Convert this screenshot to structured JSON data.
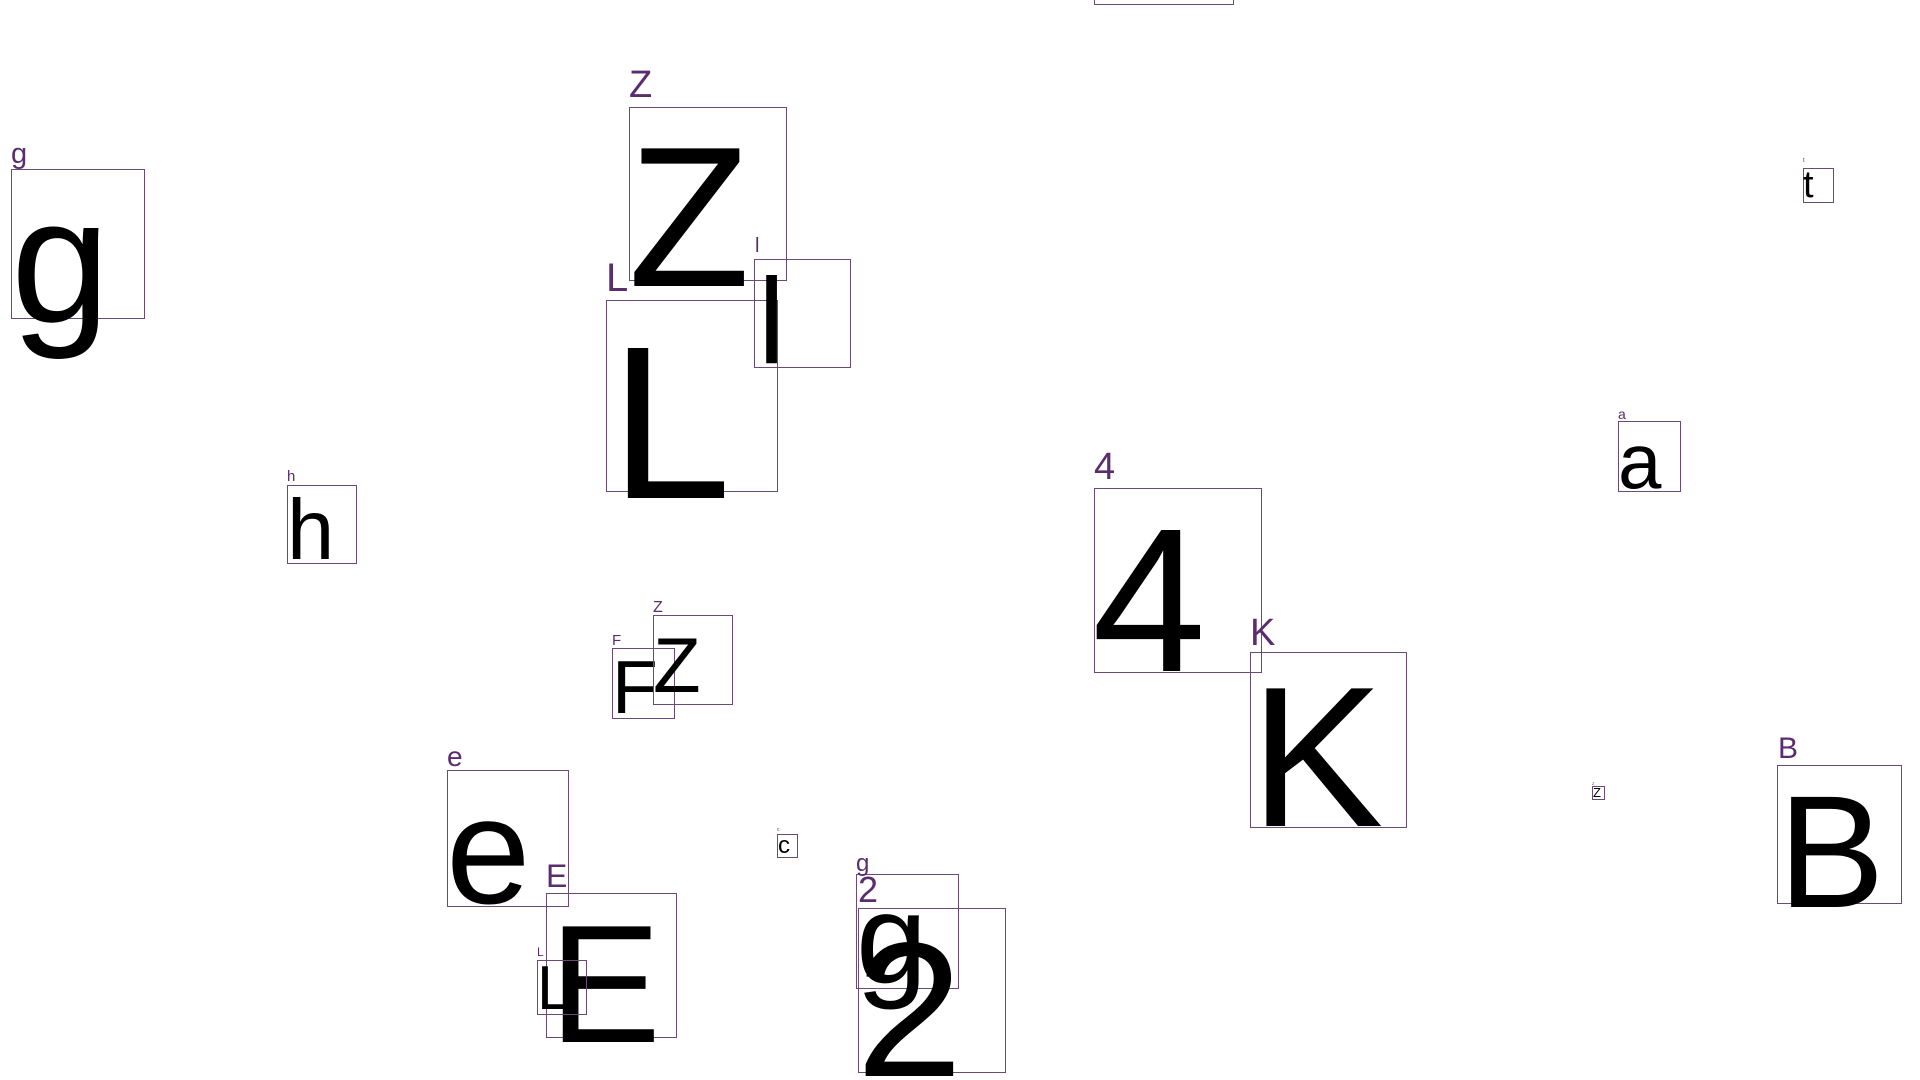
{
  "annotation_color": "#5a2d6e",
  "box_color": "#6b4a78",
  "glyph_color": "#000000",
  "boxes": [
    {
      "char": "g",
      "label": "g"
    },
    {
      "char": "Z",
      "label": "Z"
    },
    {
      "char": "L",
      "label": "L"
    },
    {
      "char": "l",
      "label": "l"
    },
    {
      "char": "t",
      "label": "t"
    },
    {
      "char": "h",
      "label": "h"
    },
    {
      "char": "a",
      "label": "a"
    },
    {
      "char": "4",
      "label": "4"
    },
    {
      "char": "K",
      "label": "K"
    },
    {
      "char": "F",
      "label": "F"
    },
    {
      "char": "Z",
      "label": "Z"
    },
    {
      "char": "e",
      "label": "e"
    },
    {
      "char": "E",
      "label": "E"
    },
    {
      "char": "L",
      "label": "L"
    },
    {
      "char": "c",
      "label": "c"
    },
    {
      "char": "g",
      "label": "g"
    },
    {
      "char": "2",
      "label": "2"
    },
    {
      "char": "Z",
      "label": "Z"
    },
    {
      "char": "B",
      "label": "B"
    }
  ]
}
